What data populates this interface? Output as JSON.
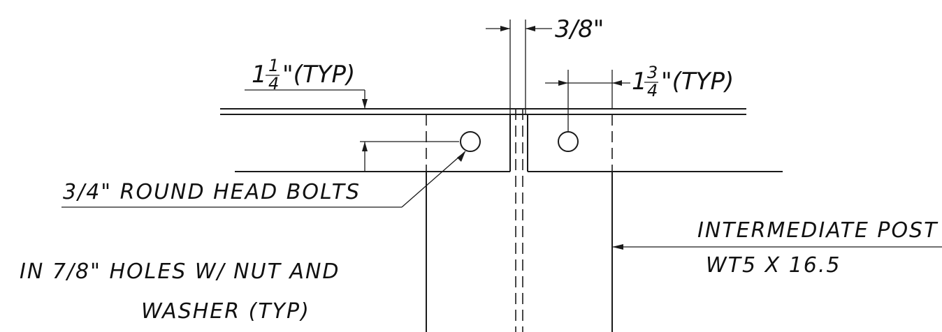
{
  "dimensions": {
    "gap": "3/8\"",
    "edge_distance": {
      "whole": "1",
      "numerator": "1",
      "denominator": "4",
      "suffix": "\"(TYP)"
    },
    "bolt_distance": {
      "whole": "1",
      "numerator": "3",
      "denominator": "4",
      "suffix": "\"(TYP)"
    }
  },
  "notes": {
    "bolts_line1": "3/4\" ROUND HEAD BOLTS",
    "bolts_line2": "IN 7/8\" HOLES W/ NUT AND",
    "bolts_line3": "WASHER (TYP)",
    "post_line1": "INTERMEDIATE POST",
    "post_line2": "WT5 X 16.5"
  }
}
